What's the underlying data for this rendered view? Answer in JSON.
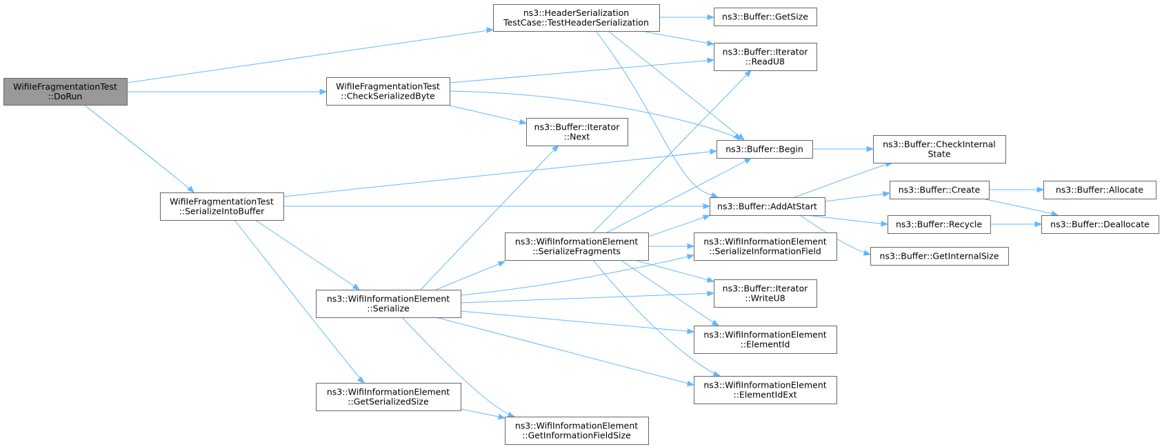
{
  "graph": {
    "title": "",
    "node_fill": "#ffffff",
    "root_fill": "#999999",
    "border_color": "#666666",
    "edge_color": "#63b8ff",
    "nodes": [
      {
        "id": "dorun",
        "lines": [
          "WifiIeFragmentationTest",
          "::DoRun"
        ],
        "root": true
      },
      {
        "id": "testheader",
        "lines": [
          "ns3::HeaderSerialization",
          "TestCase::TestHeaderSerialization"
        ]
      },
      {
        "id": "checkbyte",
        "lines": [
          "WifiIeFragmentationTest",
          "::CheckSerializedByte"
        ]
      },
      {
        "id": "serbuf",
        "lines": [
          "WifiIeFragmentationTest",
          "::SerializeIntoBuffer"
        ]
      },
      {
        "id": "getsize",
        "lines": [
          "ns3::Buffer::GetSize"
        ]
      },
      {
        "id": "readu8",
        "lines": [
          "ns3::Buffer::Iterator",
          "::ReadU8"
        ]
      },
      {
        "id": "next",
        "lines": [
          "ns3::Buffer::Iterator",
          "::Next"
        ]
      },
      {
        "id": "begin",
        "lines": [
          "ns3::Buffer::Begin"
        ]
      },
      {
        "id": "checkinternal",
        "lines": [
          "ns3::Buffer::CheckInternal",
          "State"
        ]
      },
      {
        "id": "addatstart",
        "lines": [
          "ns3::Buffer::AddAtStart"
        ]
      },
      {
        "id": "create",
        "lines": [
          "ns3::Buffer::Create"
        ]
      },
      {
        "id": "allocate",
        "lines": [
          "ns3::Buffer::Allocate"
        ]
      },
      {
        "id": "recycle",
        "lines": [
          "ns3::Buffer::Recycle"
        ]
      },
      {
        "id": "deallocate",
        "lines": [
          "ns3::Buffer::Deallocate"
        ]
      },
      {
        "id": "getinternalsize",
        "lines": [
          "ns3::Buffer::GetInternalSize"
        ]
      },
      {
        "id": "serfrag",
        "lines": [
          "ns3::WifiInformationElement",
          "::SerializeFragments"
        ]
      },
      {
        "id": "serialize",
        "lines": [
          "ns3::WifiInformationElement",
          "::Serialize"
        ]
      },
      {
        "id": "serinfofield",
        "lines": [
          "ns3::WifiInformationElement",
          "::SerializeInformationField"
        ]
      },
      {
        "id": "writeu8",
        "lines": [
          "ns3::Buffer::Iterator",
          "::WriteU8"
        ]
      },
      {
        "id": "elementid",
        "lines": [
          "ns3::WifiInformationElement",
          "::ElementId"
        ]
      },
      {
        "id": "elementidext",
        "lines": [
          "ns3::WifiInformationElement",
          "::ElementIdExt"
        ]
      },
      {
        "id": "getsersize",
        "lines": [
          "ns3::WifiInformationElement",
          "::GetSerializedSize"
        ]
      },
      {
        "id": "getinfofieldsize",
        "lines": [
          "ns3::WifiInformationElement",
          "::GetInformationFieldSize"
        ]
      }
    ],
    "edges": [
      [
        "dorun",
        "testheader"
      ],
      [
        "dorun",
        "checkbyte"
      ],
      [
        "dorun",
        "serbuf"
      ],
      [
        "testheader",
        "getsize"
      ],
      [
        "testheader",
        "readu8"
      ],
      [
        "testheader",
        "begin"
      ],
      [
        "testheader",
        "addatstart"
      ],
      [
        "checkbyte",
        "readu8"
      ],
      [
        "checkbyte",
        "begin"
      ],
      [
        "checkbyte",
        "next"
      ],
      [
        "serbuf",
        "begin"
      ],
      [
        "serbuf",
        "addatstart"
      ],
      [
        "serbuf",
        "serialize"
      ],
      [
        "serbuf",
        "getsersize"
      ],
      [
        "begin",
        "checkinternal"
      ],
      [
        "addatstart",
        "checkinternal"
      ],
      [
        "addatstart",
        "create"
      ],
      [
        "addatstart",
        "recycle"
      ],
      [
        "addatstart",
        "getinternalsize"
      ],
      [
        "create",
        "allocate"
      ],
      [
        "create",
        "deallocate"
      ],
      [
        "recycle",
        "deallocate"
      ],
      [
        "serfrag",
        "readu8"
      ],
      [
        "serfrag",
        "begin"
      ],
      [
        "serfrag",
        "addatstart"
      ],
      [
        "serfrag",
        "serinfofield"
      ],
      [
        "serfrag",
        "writeu8"
      ],
      [
        "serfrag",
        "elementid"
      ],
      [
        "serfrag",
        "elementidext"
      ],
      [
        "serialize",
        "next"
      ],
      [
        "serialize",
        "serfrag"
      ],
      [
        "serialize",
        "serinfofield"
      ],
      [
        "serialize",
        "writeu8"
      ],
      [
        "serialize",
        "elementid"
      ],
      [
        "serialize",
        "elementidext"
      ],
      [
        "serialize",
        "getinfofieldsize"
      ],
      [
        "getsersize",
        "getinfofieldsize"
      ]
    ]
  }
}
